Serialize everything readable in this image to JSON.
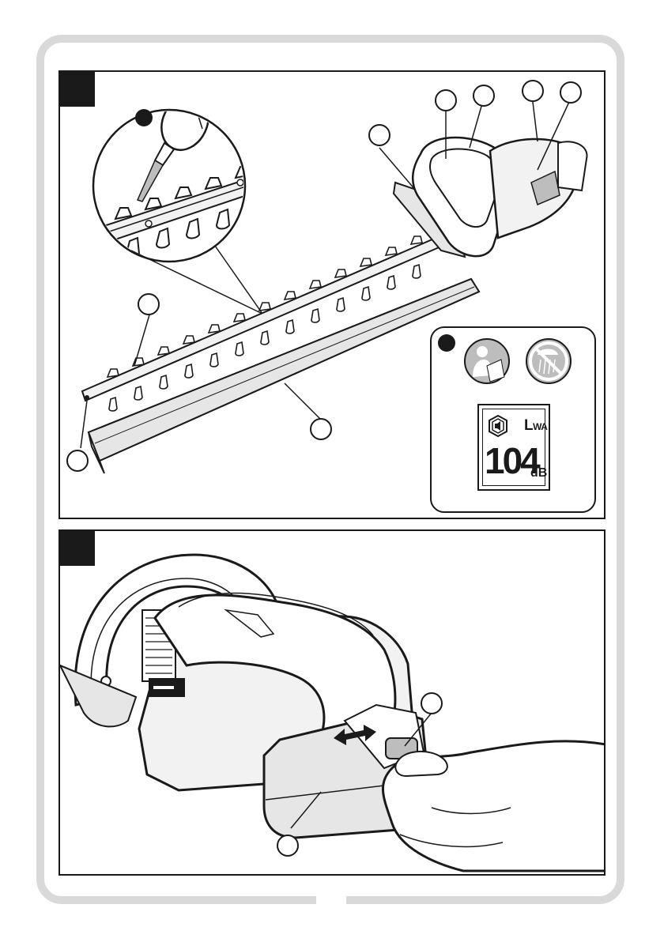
{
  "noise_label": {
    "lwa_main": "L",
    "lwa_sub": "WA",
    "level_value": "104",
    "level_unit": "dB"
  },
  "colors": {
    "ink": "#1a1a1a",
    "frame": "#d9d9d9",
    "fill_light": "#e6e6e6",
    "fill_mid": "#bdbdbd"
  },
  "icons": [
    "read-manual-icon",
    "no-rain-icon",
    "sound-power-icon",
    "oil-bottle-icon",
    "push-arrow-icon"
  ]
}
